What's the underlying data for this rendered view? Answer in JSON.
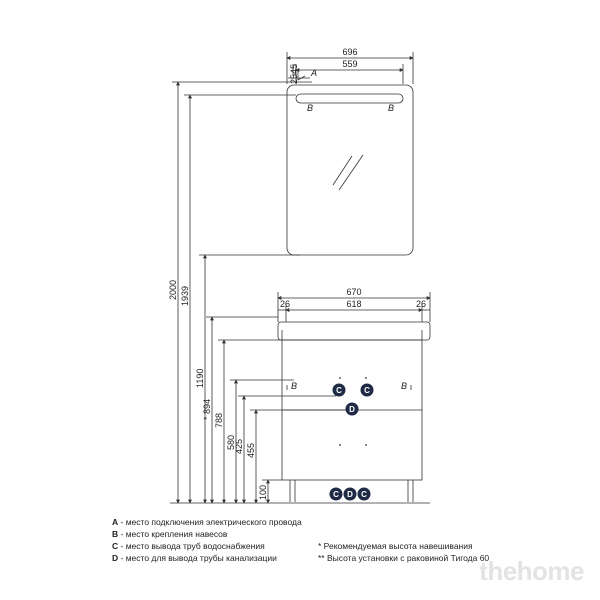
{
  "dimensions": {
    "mirror_outer_width": "696",
    "mirror_inner_width": "559",
    "d_top_a": "45",
    "d_top_b": "25",
    "height_total": "2000",
    "height_mirror_bottom": "1939",
    "height_vanity_top": "1190",
    "height_c_outlets": "894",
    "height_c_outlets_mark": "*",
    "height_d_outlet": "788",
    "height_drawer": "580",
    "height_drawer_2": "425",
    "height_drawer_3": "455",
    "height_legs": "100",
    "vanity_width": "670",
    "basin_width": "618",
    "basin_side_left": "26",
    "basin_side_right": "26"
  },
  "point_labels": {
    "a": "A",
    "b": "B"
  },
  "badges": {
    "c": "C",
    "d": "D"
  },
  "legend": {
    "a_code": "A",
    "a_text": " - место подключения электрического провода",
    "b_code": "B",
    "b_text": " - место крепления навесов",
    "c_code": "C",
    "c_text": " - место вывода труб водоснабжения",
    "d_code": "D",
    "d_text": " - место для вывода трубы канализации",
    "note_1": "* Рекомендуемая высота навешивания",
    "note_2": "** Высота установки с раковиной Тигода 60"
  },
  "watermark": "thehome",
  "colors": {
    "line": "#333333",
    "badge": "#1f2a44",
    "watermark": "#e3e3e3"
  }
}
